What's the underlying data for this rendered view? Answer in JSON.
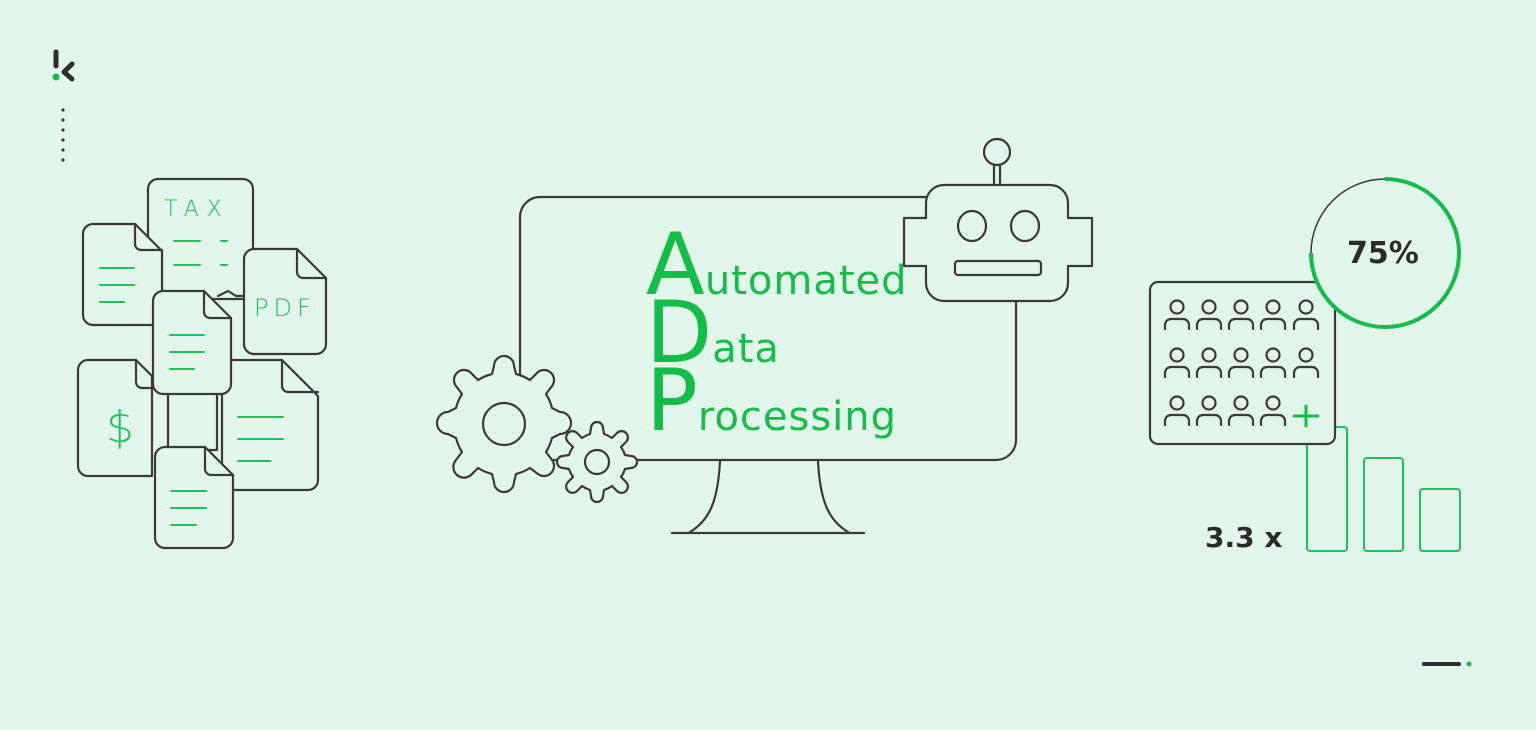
{
  "brand": {
    "logo_icon": "k-logo-icon",
    "accent_color": "#12bd48",
    "outline_color": "#3a3a3a",
    "background_color": "#e3f6ec"
  },
  "documents": {
    "tax_label": "TAX",
    "pdf_label": "PDF",
    "dollar_symbol": "$"
  },
  "title": {
    "line1_initial": "A",
    "line1_rest": "utomated",
    "line2_initial": "D",
    "line2_rest": "ata",
    "line3_initial": "P",
    "line3_rest": "rocessing"
  },
  "stats": {
    "percentage": "75%",
    "multiplier": "3.3 x"
  },
  "icons": [
    "k-logo-icon",
    "dotted-divider-icon",
    "document-icon",
    "tax-document-icon",
    "pdf-document-icon",
    "dollar-document-icon",
    "monitor-icon",
    "robot-icon",
    "gear-icon",
    "people-grid-icon",
    "plus-icon",
    "progress-ring-icon",
    "bar-chart-icon",
    "pagination-indicator-icon"
  ]
}
